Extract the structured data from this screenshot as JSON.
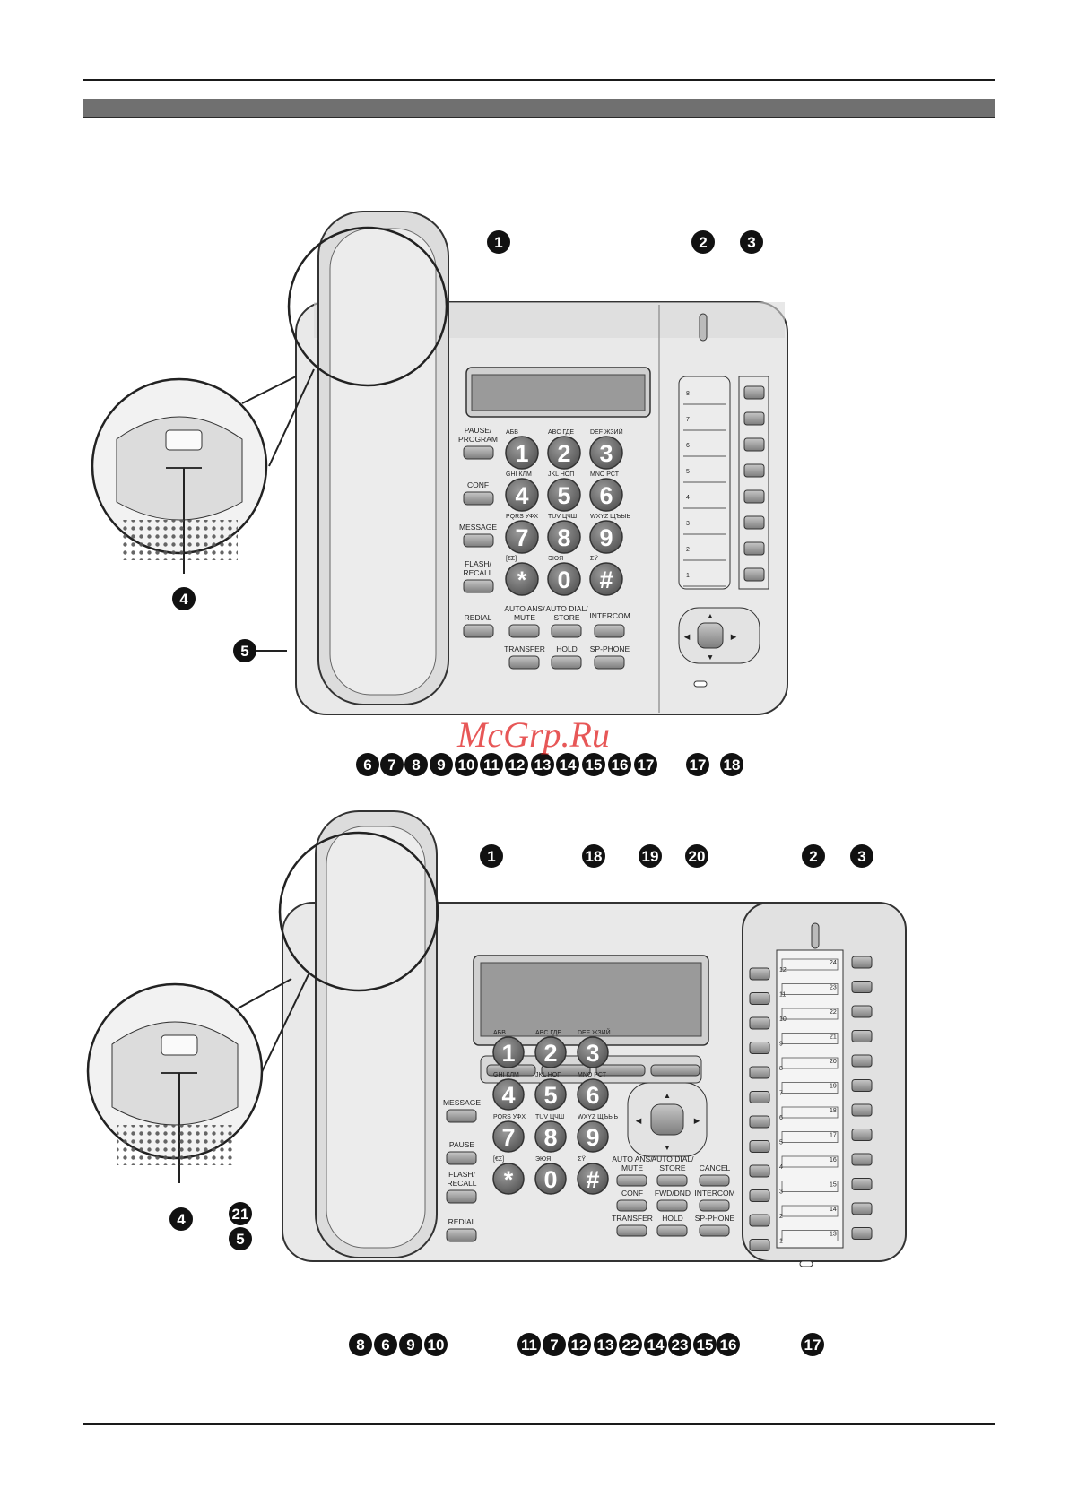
{
  "watermark": "McGrp.Ru",
  "phone1": {
    "callouts": [
      "1",
      "2",
      "3",
      "4",
      "5",
      "6",
      "7",
      "8",
      "9",
      "10",
      "11",
      "12",
      "13",
      "14",
      "15",
      "16",
      "17",
      "18"
    ],
    "keys_left": [
      "PAUSE/",
      "PROGRAM",
      "CONF",
      "MESSAGE",
      "FLASH/",
      "RECALL",
      "REDIAL"
    ],
    "keypad": [
      {
        "digit": "1",
        "top": "АБВ"
      },
      {
        "digit": "2",
        "top": "ABC ГДЕ"
      },
      {
        "digit": "3",
        "top": "DEF ЖЗИЙ"
      },
      {
        "digit": "4",
        "top": "GHI КЛМ"
      },
      {
        "digit": "5",
        "top": "JKL НОП"
      },
      {
        "digit": "6",
        "top": "MNO РСТ"
      },
      {
        "digit": "7",
        "top": "PQRS УФХ"
      },
      {
        "digit": "8",
        "top": "TUV ЦЧШ"
      },
      {
        "digit": "9",
        "top": "WXYZ ЩЪЫЬ"
      },
      {
        "digit": "*",
        "top": "[€Σ]"
      },
      {
        "digit": "0",
        "top": "ЭЮЯ"
      },
      {
        "digit": "#",
        "top": "ΣΫ"
      }
    ],
    "func_keys": [
      "AUTO ANS/",
      "MUTE",
      "AUTO DIAL/",
      "STORE",
      "INTERCOM",
      "TRANSFER",
      "HOLD",
      "SP-PHONE"
    ],
    "line_keys": [
      "8",
      "7",
      "6",
      "5",
      "4",
      "3",
      "2",
      "1"
    ],
    "nav_arrows": [
      "▲",
      "◀",
      "▶",
      "▼"
    ]
  },
  "phone2": {
    "callouts_top": [
      "1",
      "18",
      "19",
      "20",
      "2",
      "3"
    ],
    "callouts_side": [
      "4",
      "21",
      "5"
    ],
    "callouts_bottom": [
      "8",
      "6",
      "9",
      "10",
      "11",
      "7",
      "12",
      "13",
      "22",
      "14",
      "23",
      "15",
      "16",
      "17"
    ],
    "keys_left": [
      "MESSAGE",
      "PAUSE",
      "FLASH/",
      "RECALL",
      "REDIAL"
    ],
    "func_keys": [
      "AUTO ANS/",
      "MUTE",
      "AUTO DIAL/",
      "STORE",
      "CANCEL",
      "CONF",
      "FWD/DND",
      "INTERCOM",
      "TRANSFER",
      "HOLD",
      "SP-PHONE"
    ],
    "dss_right": [
      "24",
      "23",
      "22",
      "21",
      "20",
      "19",
      "18",
      "17",
      "16",
      "15",
      "14",
      "13"
    ],
    "dss_left": [
      "12",
      "11",
      "10",
      "9",
      "8",
      "7",
      "6",
      "5",
      "4",
      "3",
      "2",
      "1"
    ]
  }
}
